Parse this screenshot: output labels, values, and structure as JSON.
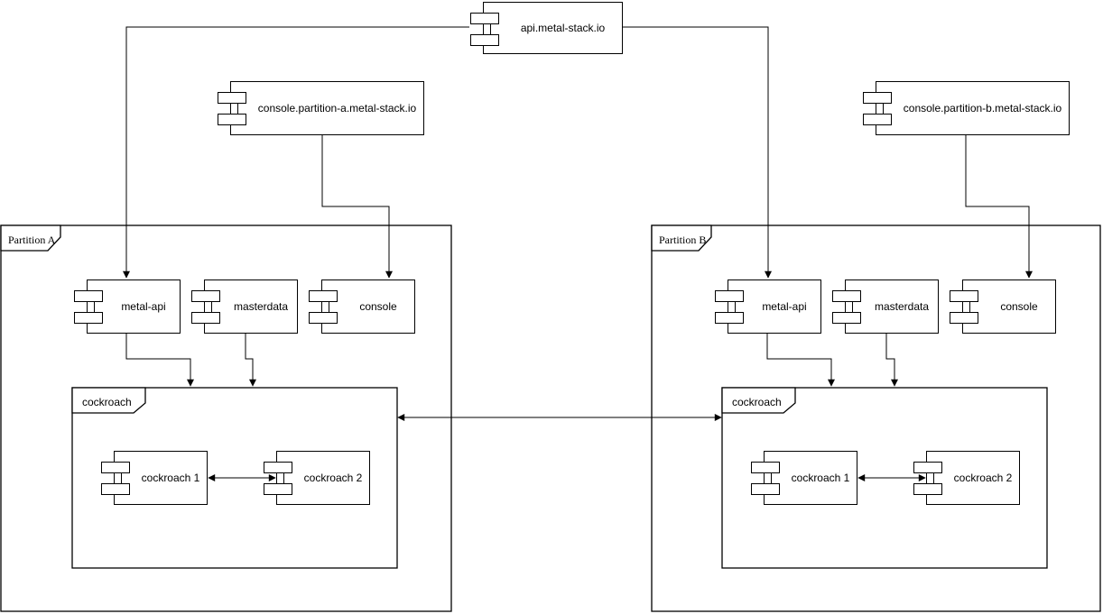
{
  "colors": {
    "background": "#ffffff",
    "stroke": "#000000",
    "text": "#000000"
  },
  "external": {
    "api": "api.metal-stack.io",
    "console_a": "console.partition-a.metal-stack.io",
    "console_b": "console.partition-b.metal-stack.io"
  },
  "partitions": [
    {
      "label": "Partition A",
      "components": {
        "metal_api": "metal-api",
        "masterdata": "masterdata",
        "console": "console"
      },
      "cockroach": {
        "label": "cockroach",
        "node1": "cockroach 1",
        "node2": "cockroach 2"
      }
    },
    {
      "label": "Partition B",
      "components": {
        "metal_api": "metal-api",
        "masterdata": "masterdata",
        "console": "console"
      },
      "cockroach": {
        "label": "cockroach",
        "node1": "cockroach 1",
        "node2": "cockroach 2"
      }
    }
  ]
}
